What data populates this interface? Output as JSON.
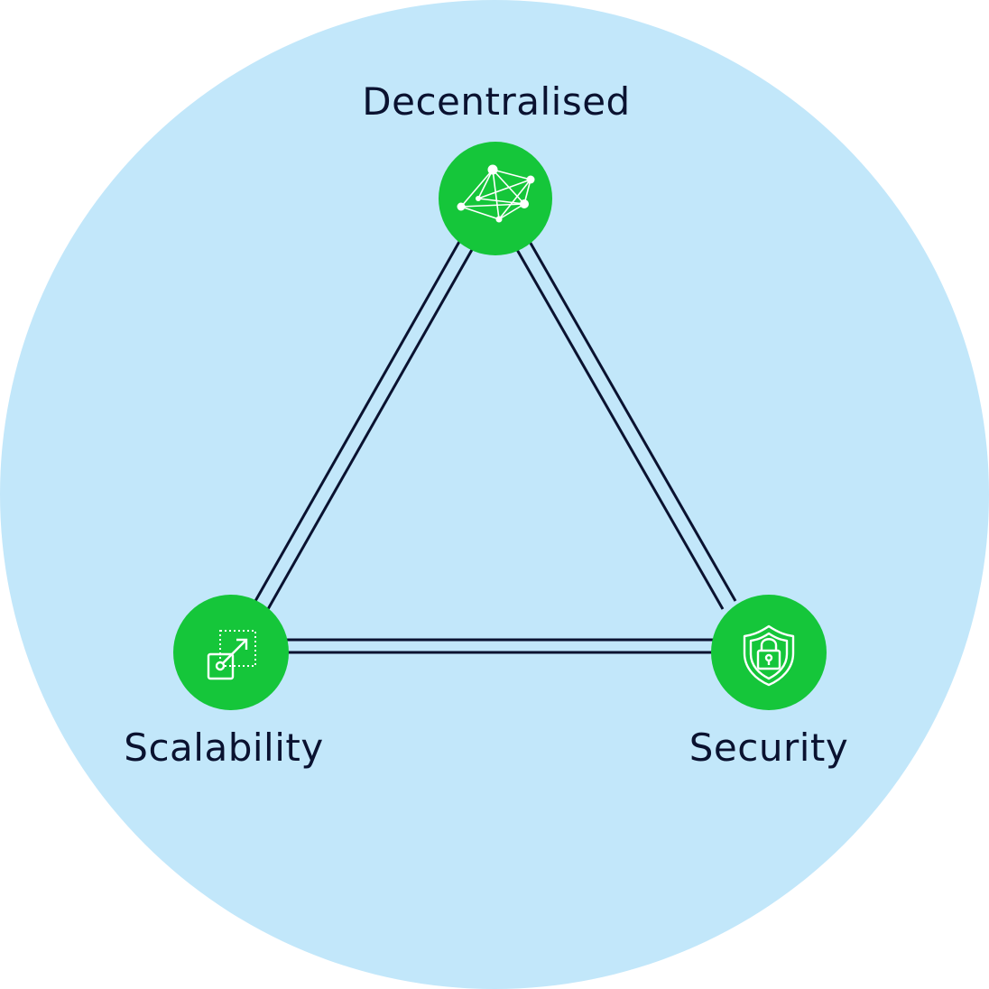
{
  "colors": {
    "background_circle": "#c2e7fa",
    "node_fill": "#15c63a",
    "edge_stroke": "#0a1230",
    "icon_stroke": "#ffffff",
    "label_text": "#0a1230"
  },
  "nodes": [
    {
      "id": "decentralised",
      "label": "Decentralised",
      "icon": "network-mesh-icon"
    },
    {
      "id": "scalability",
      "label": "Scalability",
      "icon": "scale-up-icon"
    },
    {
      "id": "security",
      "label": "Security",
      "icon": "shield-lock-icon"
    }
  ],
  "edges": [
    {
      "from": "decentralised",
      "to": "scalability",
      "style": "double-line"
    },
    {
      "from": "decentralised",
      "to": "security",
      "style": "double-line"
    },
    {
      "from": "scalability",
      "to": "security",
      "style": "double-line"
    }
  ]
}
